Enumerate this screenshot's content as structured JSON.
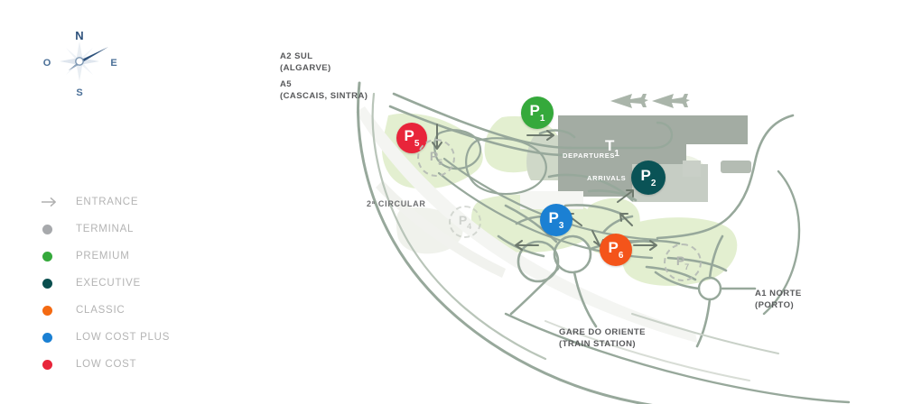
{
  "compass": {
    "north": "N",
    "south": "S",
    "east": "E",
    "west": "O"
  },
  "legend": {
    "items": [
      {
        "label": "ENTRANCE",
        "icon": "arrow-right-icon",
        "color": "#b0b0b0"
      },
      {
        "label": "TERMINAL",
        "icon": "dot-icon",
        "color": "#a7a9ac"
      },
      {
        "label": "PREMIUM",
        "icon": "dot-icon",
        "color": "#35a93b"
      },
      {
        "label": "EXECUTIVE",
        "icon": "dot-icon",
        "color": "#0a4f4f"
      },
      {
        "label": "CLASSIC",
        "icon": "dot-icon",
        "color": "#f46a12"
      },
      {
        "label": "LOW COST PLUS",
        "icon": "dot-icon",
        "color": "#1b80d3"
      },
      {
        "label": "LOW COST",
        "icon": "dot-icon",
        "color": "#e8253a"
      }
    ]
  },
  "map": {
    "roads": [
      {
        "name": "a2-sul",
        "line1": "A2 SUL",
        "line2": "(ALGARVE)"
      },
      {
        "name": "a5",
        "line1": "A5",
        "line2": "(CASCAIS, SINTRA)"
      },
      {
        "name": "a1-norte",
        "line1": "A1 NORTE",
        "line2": "(PORTO)"
      },
      {
        "name": "gare-do-oriente",
        "line1": "GARE DO ORIENTE",
        "line2": "(TRAIN STATION)"
      }
    ],
    "circular_label": "2ª CIRCULAR",
    "terminal": {
      "name": "T",
      "number": "1",
      "departures": "DEPARTURES",
      "arrivals": "ARRIVALS"
    },
    "parkings": [
      {
        "id": "P1",
        "letter": "P",
        "number": "1",
        "color": "#35a93b",
        "type": "PREMIUM",
        "state": "active"
      },
      {
        "id": "P2",
        "letter": "P",
        "number": "2",
        "color": "#0a5356",
        "type": "EXECUTIVE",
        "state": "active"
      },
      {
        "id": "P3",
        "letter": "P",
        "number": "3",
        "color": "#1b80d3",
        "type": "LOW COST PLUS",
        "state": "active"
      },
      {
        "id": "P4",
        "letter": "P",
        "number": "4",
        "color": "#b2b7b1",
        "type": "",
        "state": "ghost-faded"
      },
      {
        "id": "P5",
        "letter": "P",
        "number": "5",
        "color": "#e8253a",
        "type": "LOW COST",
        "state": "active"
      },
      {
        "id": "P5g",
        "letter": "P",
        "number": "5",
        "color": "#b2b7b1",
        "type": "",
        "state": "ghost"
      },
      {
        "id": "P6",
        "letter": "P",
        "number": "6",
        "color": "#f4541a",
        "type": "CLASSIC",
        "state": "active"
      },
      {
        "id": "P7",
        "letter": "P",
        "number": "7",
        "color": "#b2b7b1",
        "type": "",
        "state": "ghost"
      }
    ],
    "colors": {
      "road_stroke": "#97a89b",
      "road_fill": "#f4f4f2",
      "green_zone": "#e2eecf",
      "terminal_gray": "#a3aca3",
      "terminal_gray_light": "#c4cbc2",
      "plane_icon": "#aab5aa"
    },
    "icons": {
      "plane": "airplane-icon",
      "entrance_arrow": "arrow-icon"
    }
  }
}
